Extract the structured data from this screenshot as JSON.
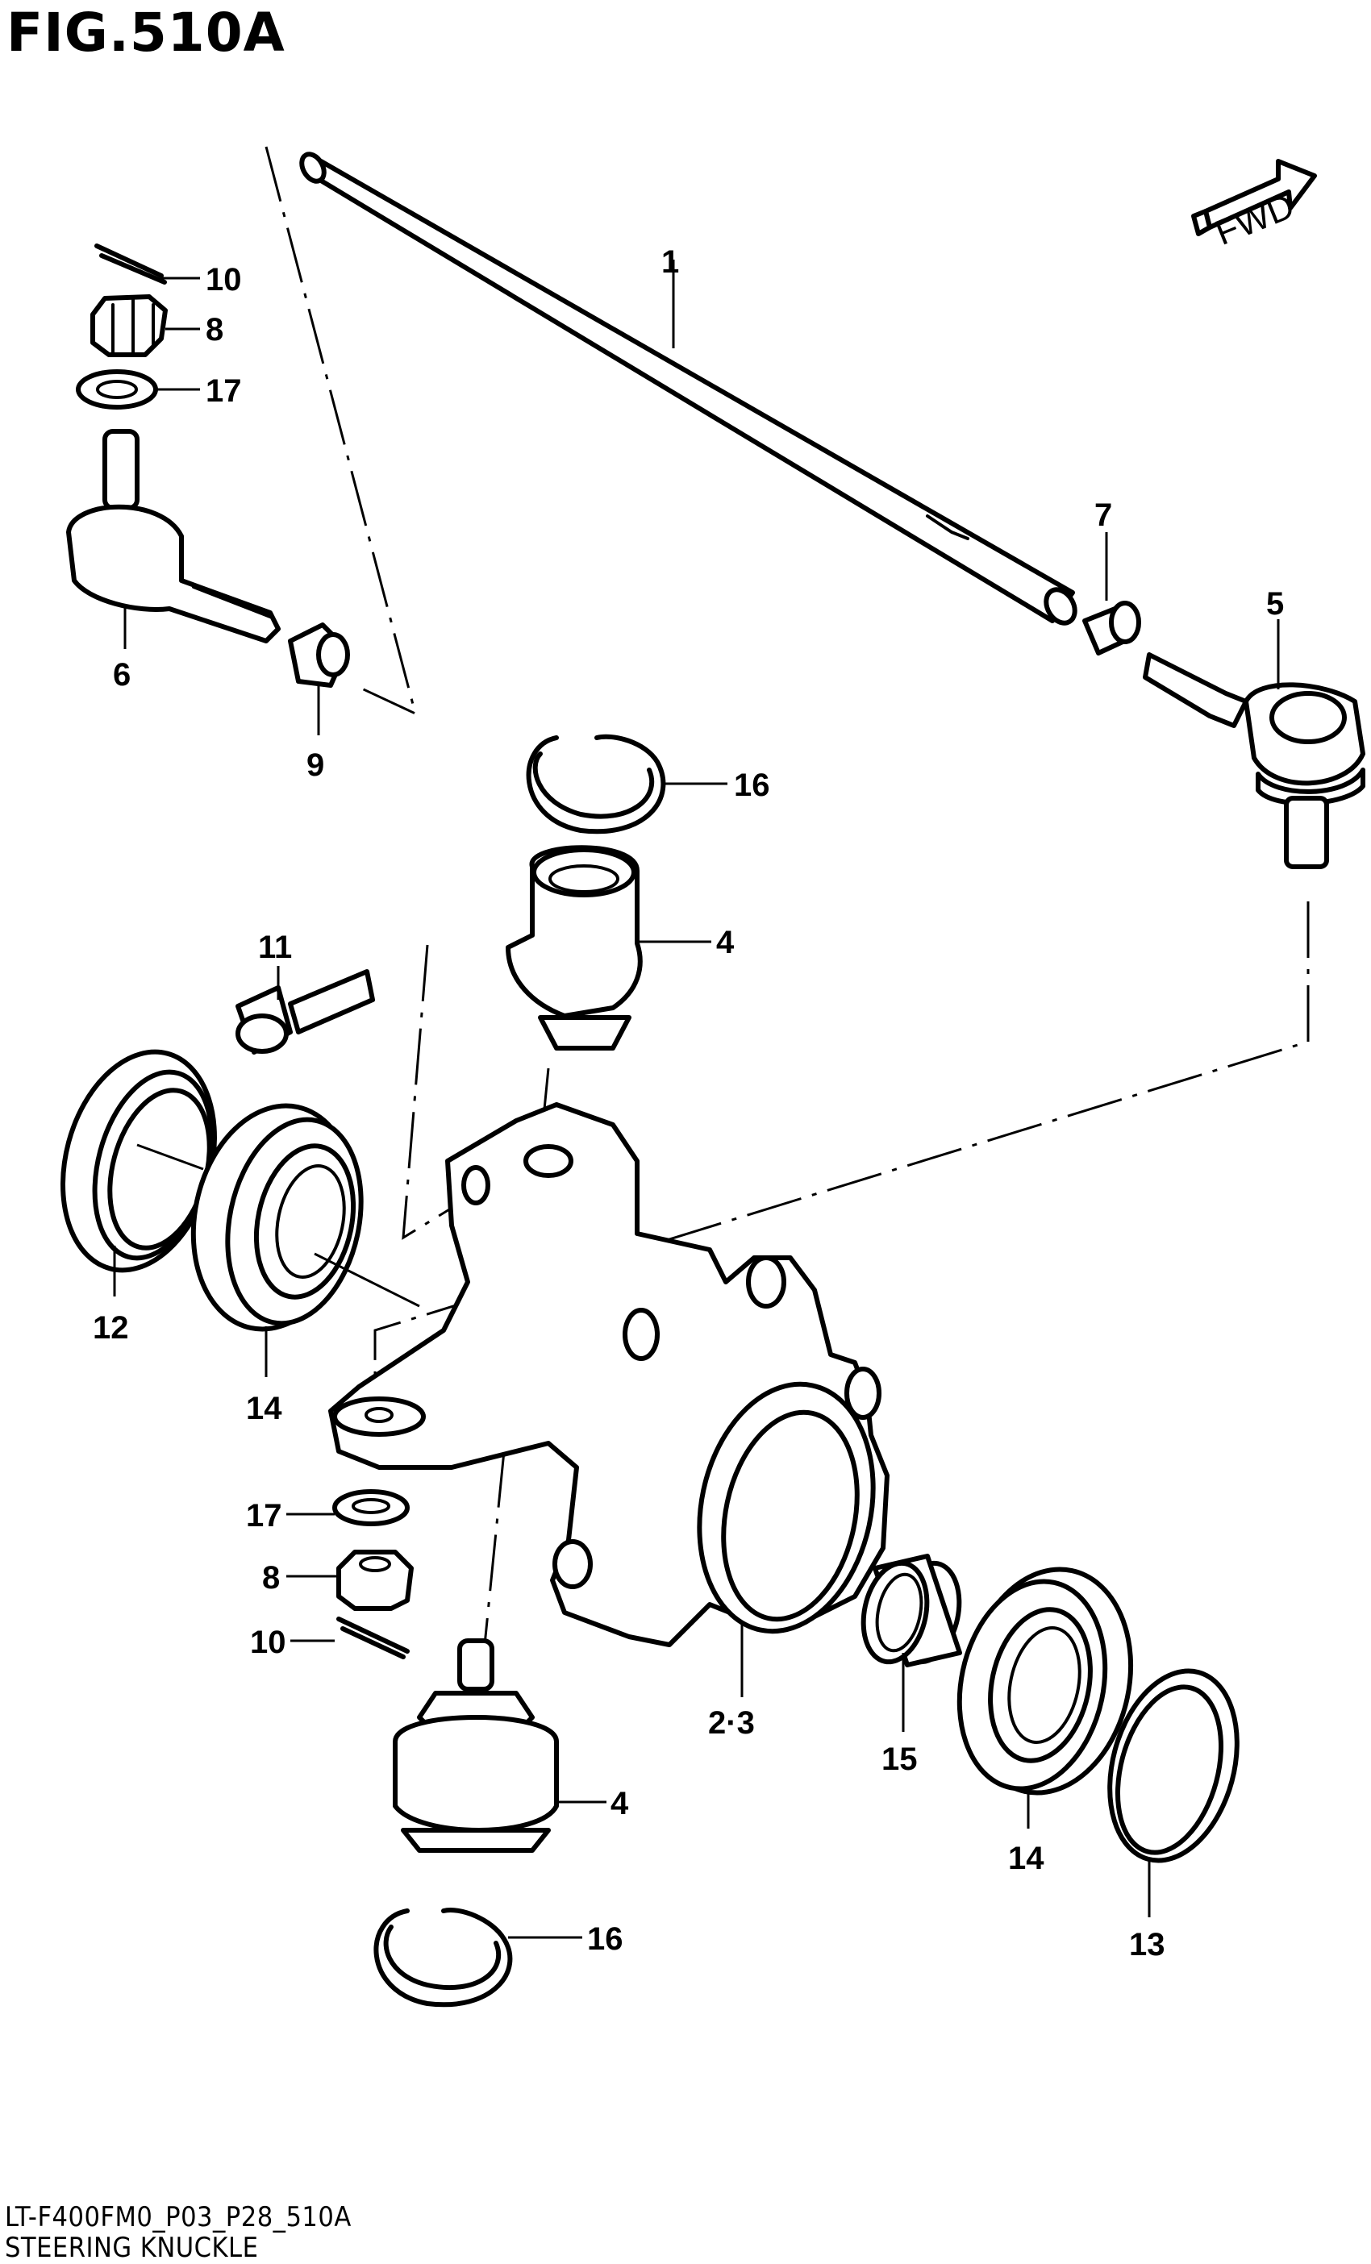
{
  "figure": {
    "title": "FIG.510A",
    "model_code": "LT-F400FM0_P03_P28_510A",
    "name": "STEERING KNUCKLE",
    "fwd_label": "FWD"
  },
  "callouts": [
    "1",
    "2·3",
    "4",
    "4",
    "5",
    "6",
    "7",
    "8",
    "8",
    "9",
    "10",
    "10",
    "11",
    "12",
    "13",
    "14",
    "14",
    "15",
    "16",
    "16",
    "17",
    "17"
  ]
}
